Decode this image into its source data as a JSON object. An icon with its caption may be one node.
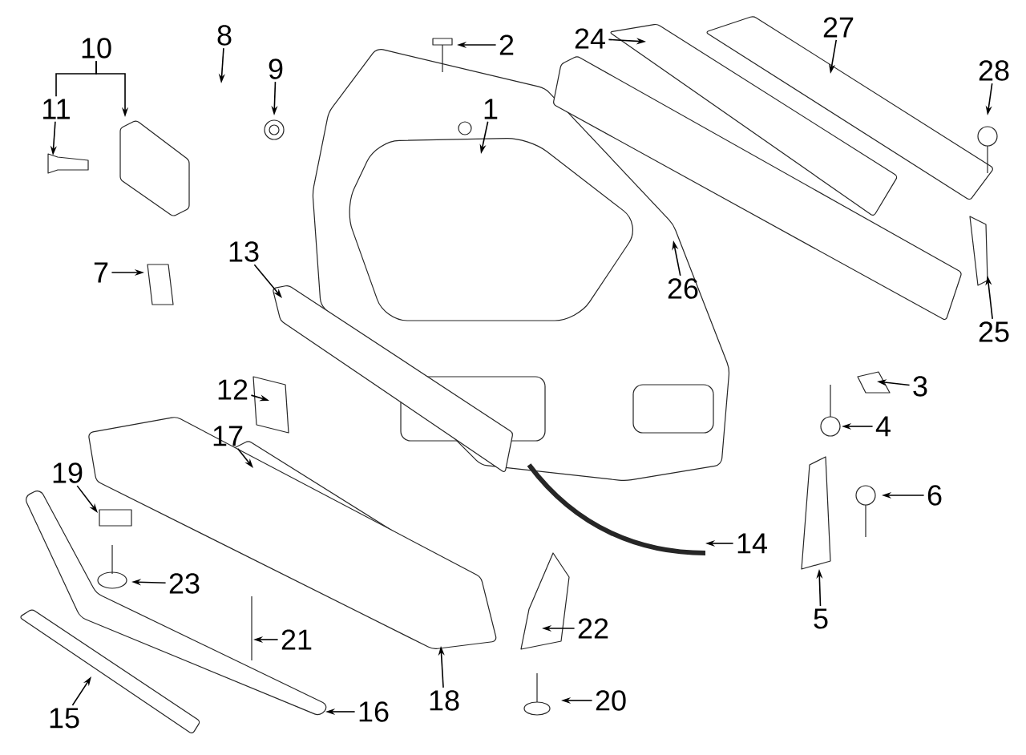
{
  "diagram": {
    "nodes": [
      {
        "text": [
          "1"
        ]
      },
      {
        "text": [
          "2"
        ]
      },
      {
        "text": [
          "3"
        ]
      },
      {
        "text": [
          "4"
        ]
      },
      {
        "text": [
          "5"
        ]
      },
      {
        "text": [
          "6"
        ]
      },
      {
        "text": [
          "7"
        ]
      },
      {
        "text": [
          "8"
        ]
      },
      {
        "text": [
          "9"
        ]
      },
      {
        "text": [
          "10"
        ]
      },
      {
        "text": [
          "11"
        ]
      },
      {
        "text": [
          "12"
        ]
      },
      {
        "text": [
          "13"
        ]
      },
      {
        "text": [
          "14"
        ]
      },
      {
        "text": [
          "15"
        ]
      },
      {
        "text": [
          "16"
        ]
      },
      {
        "text": [
          "17"
        ]
      },
      {
        "text": [
          "18"
        ]
      },
      {
        "text": [
          "19"
        ]
      },
      {
        "text": [
          "20"
        ]
      },
      {
        "text": [
          "21"
        ]
      },
      {
        "text": [
          "22"
        ]
      },
      {
        "text": [
          "23"
        ]
      },
      {
        "text": [
          "24"
        ]
      },
      {
        "text": [
          "25"
        ]
      },
      {
        "text": [
          "26"
        ]
      },
      {
        "text": [
          "27"
        ]
      },
      {
        "text": [
          "28"
        ]
      }
    ],
    "edges": [
      {
        "from": 0,
        "to": null,
        "arrow": "to"
      },
      {
        "from": 1,
        "to": null,
        "arrow": "to"
      },
      {
        "from": 2,
        "to": null,
        "arrow": "to"
      },
      {
        "from": 3,
        "to": null,
        "arrow": "to"
      },
      {
        "from": 4,
        "to": null,
        "arrow": "to"
      },
      {
        "from": 5,
        "to": null,
        "arrow": "to"
      },
      {
        "from": 6,
        "to": null,
        "arrow": "to"
      },
      {
        "from": 7,
        "to": null,
        "arrow": "to"
      },
      {
        "from": 8,
        "to": null,
        "arrow": "to"
      },
      {
        "from": 9,
        "to": null,
        "arrow": "to"
      },
      {
        "from": 9,
        "to": 10,
        "arrow": "none"
      },
      {
        "from": 10,
        "to": null,
        "arrow": "to"
      },
      {
        "from": 11,
        "to": null,
        "arrow": "to"
      },
      {
        "from": 12,
        "to": null,
        "arrow": "to"
      },
      {
        "from": 13,
        "to": null,
        "arrow": "to"
      },
      {
        "from": 14,
        "to": null,
        "arrow": "to"
      },
      {
        "from": 15,
        "to": null,
        "arrow": "to"
      },
      {
        "from": 16,
        "to": null,
        "arrow": "to"
      },
      {
        "from": 17,
        "to": null,
        "arrow": "to"
      },
      {
        "from": 18,
        "to": null,
        "arrow": "to"
      },
      {
        "from": 19,
        "to": null,
        "arrow": "to"
      },
      {
        "from": 20,
        "to": null,
        "arrow": "to"
      },
      {
        "from": 21,
        "to": null,
        "arrow": "to"
      },
      {
        "from": 22,
        "to": null,
        "arrow": "to"
      },
      {
        "from": 23,
        "to": null,
        "arrow": "to"
      },
      {
        "from": 24,
        "to": null,
        "arrow": "to"
      },
      {
        "from": 25,
        "to": null,
        "arrow": "to"
      },
      {
        "from": 26,
        "to": null,
        "arrow": "to"
      },
      {
        "from": 27,
        "to": null,
        "arrow": "to"
      }
    ]
  }
}
